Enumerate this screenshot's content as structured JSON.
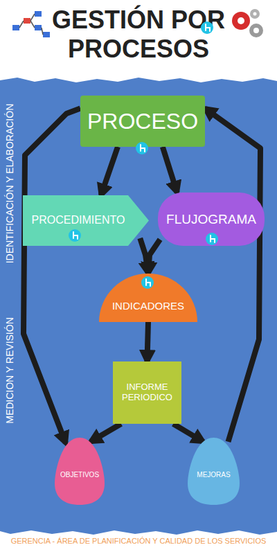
{
  "diagram": {
    "title": "GESTIÓN POR PROCESOS",
    "caption": "GERENCIA - ÁREA DE PLANIFICACIÓN Y CALIDAD DE LOS SERVICIOS",
    "nodes": [
      {
        "text": [
          "PROCESO"
        ]
      },
      {
        "text": [
          "PROCEDIMIENTO"
        ]
      },
      {
        "text": [
          "FLUJOGRAMA"
        ]
      },
      {
        "text": [
          "INDICADORES"
        ]
      },
      {
        "text": [
          "INFORME PERIODICO"
        ]
      },
      {
        "text": [
          "OBJETIVOS"
        ]
      },
      {
        "text": [
          "MEJORAS"
        ]
      }
    ],
    "edges": [
      {
        "from": 0,
        "to": 1,
        "arrow": "to"
      },
      {
        "from": 0,
        "to": 2,
        "arrow": "to"
      },
      {
        "from": 1,
        "to": 3,
        "arrow": "to"
      },
      {
        "from": 2,
        "to": 3,
        "arrow": "to"
      },
      {
        "from": 3,
        "to": 4,
        "arrow": "to"
      },
      {
        "from": 4,
        "to": 5,
        "arrow": "to"
      },
      {
        "from": 4,
        "to": 6,
        "arrow": "to"
      },
      {
        "from": 0,
        "to": 5,
        "arrow": "to"
      },
      {
        "from": 6,
        "to": 0,
        "arrow": "to"
      }
    ],
    "labels": [
      "IDENTIFICACIÓN Y ELABORACIÓN",
      "MEDICION Y REVISIÓN"
    ]
  }
}
